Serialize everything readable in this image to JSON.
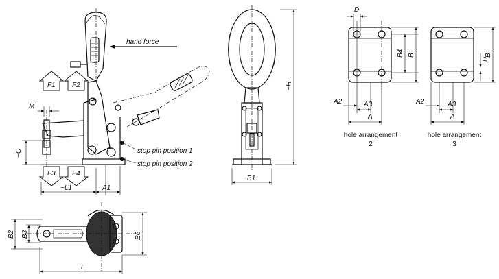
{
  "labels": {
    "hand_force": "hand force",
    "stop_pin_1": "stop pin position 1",
    "stop_pin_2": "stop pin position 2",
    "hole_arr_2_title": "hole arrangement",
    "hole_arr_2_num": "2",
    "hole_arr_3_title": "hole arrangement",
    "hole_arr_3_num": "3"
  },
  "forces": {
    "f1": "F1",
    "f2": "F2",
    "f3": "F3",
    "f4": "F4"
  },
  "dimensions": {
    "m": "M",
    "c": "~C",
    "l1": "~L1",
    "a1": "A1",
    "h": "~H",
    "b1": "~B1",
    "b2": "B2",
    "b3": "B3",
    "b6": "B6",
    "l": "~L",
    "d2": "D",
    "b4": "B4",
    "b2r": "B",
    "a3_2": "A3",
    "a2_2": "A2",
    "a_2": "A",
    "d3": "D",
    "b3r": "B",
    "a3_3": "A3",
    "a2_3": "A2",
    "a_3": "A"
  },
  "colors": {
    "line": "#111111",
    "background": "#ffffff"
  }
}
